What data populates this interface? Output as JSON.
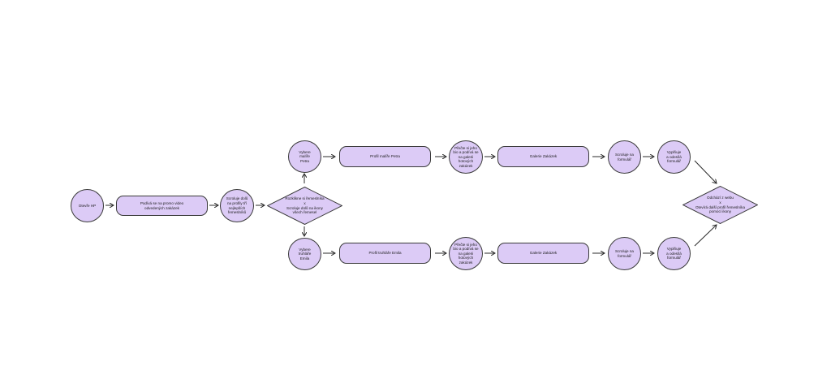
{
  "diagram": {
    "colors": {
      "node_fill": "#dccbf6",
      "stroke": "#3a3a3a",
      "arrow": "#2b2b2b"
    },
    "nodes": {
      "open_hp": "Otevře HP",
      "promo_video": "Podívá se na promo video\nodvedených zakázek",
      "scroll_profiles": "Scroluje dolů\nna profily tří\nnejlepších\nřemeslníků",
      "decision": "Rozklikne si řemeslníka\nx\nScroluje dolů na ikony\nvšech řemesel",
      "choose_painter": "Vybere\nmalíře\nPetra",
      "choose_carpenter": "Vybere\ntruhláře\nEmila",
      "profile_painter": "Profil malíře Petra",
      "profile_carpenter": "Profil truhláře Emila",
      "read_painter": "Přečte si jeho\nbio a podívá se\nna galerii\nhotových\nzakázek",
      "read_carpenter": "Přečte si jeho\nbio a podívá se\nna galerii\nhotových\nzakázek",
      "gallery_painter": "Galerie Zakázek",
      "gallery_carpenter": "Galerie Zakázek",
      "scroll_form_painter": "Scroluje na\nformulář",
      "scroll_form_carpenter": "Scroluje na\nformulář",
      "fill_form_painter": "Vyplňuje\na odesílá\nformulář",
      "fill_form_carpenter": "Vyplňuje\na odesílá\nformulář",
      "leave_or_open": "Odchází z webu\nx\nOtevírá další profil řemeslníka\npomocí ikony"
    }
  }
}
